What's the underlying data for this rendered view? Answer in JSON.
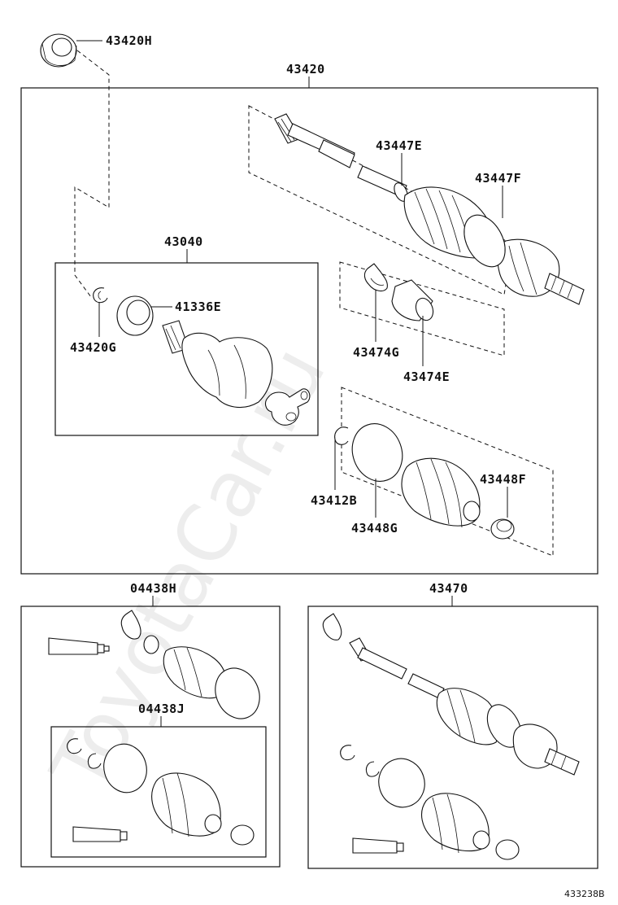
{
  "watermark": "ToyotaCar.ru",
  "diagram_code": "433238B",
  "labels": {
    "p43420H": "43420H",
    "p43420": "43420",
    "p43447E": "43447E",
    "p43447F": "43447F",
    "p43040": "43040",
    "p41336E": "41336E",
    "p43420G": "43420G",
    "p43474G": "43474G",
    "p43474E": "43474E",
    "p43412B": "43412B",
    "p43448G": "43448G",
    "p43448F": "43448F",
    "p04438H": "04438H",
    "p04438J": "04438J",
    "p43470": "43470"
  }
}
